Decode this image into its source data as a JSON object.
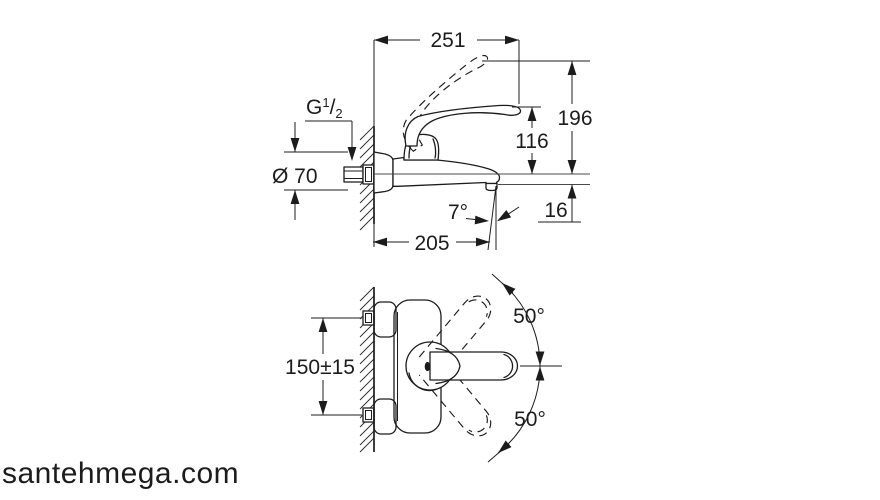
{
  "watermark": {
    "text": "santehmega.com",
    "color": "#c6c6c6"
  },
  "drawing": {
    "type": "technical-dimension-drawing",
    "subject": "wall-mounted single-lever mixer: side view (top) and plan view (bottom)",
    "colors": {
      "line": "#1c1c1c",
      "background": "#ffffff"
    },
    "side_view": {
      "dimensions": {
        "width_total": "251",
        "thread": {
          "prefix": "G",
          "sup": "1",
          "slash": "/",
          "sub": "2"
        },
        "flange_diameter": "Ø 70",
        "lever_height": "116",
        "total_height": "196",
        "outlet_offset": "16",
        "spray_angle": "7°",
        "spout_reach": "205"
      }
    },
    "plan_view": {
      "dimensions": {
        "mounting_distance": "150±15",
        "swivel_upper": "50°",
        "swivel_lower": "50°"
      }
    }
  }
}
